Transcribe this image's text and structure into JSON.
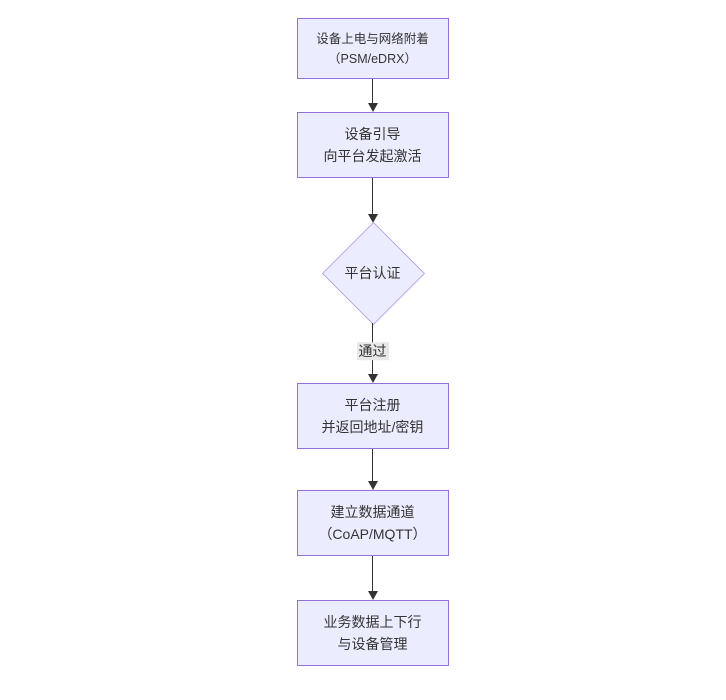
{
  "diagram": {
    "type": "flowchart",
    "direction": "top-down",
    "nodes": [
      {
        "id": "A",
        "shape": "rect",
        "lines": [
          "设备上电与网络附着",
          "（PSM/eDRX）"
        ]
      },
      {
        "id": "B",
        "shape": "rect",
        "lines": [
          "设备引导",
          "向平台发起激活"
        ]
      },
      {
        "id": "C",
        "shape": "diamond",
        "lines": [
          "平台认证"
        ]
      },
      {
        "id": "D",
        "shape": "rect",
        "lines": [
          "平台注册",
          "并返回地址/密钥"
        ]
      },
      {
        "id": "E",
        "shape": "rect",
        "lines": [
          "建立数据通道",
          "（CoAP/MQTT）"
        ]
      },
      {
        "id": "F",
        "shape": "rect",
        "lines": [
          "业务数据上下行",
          "与设备管理"
        ]
      }
    ],
    "edges": [
      {
        "from": "A",
        "to": "B",
        "label": ""
      },
      {
        "from": "B",
        "to": "C",
        "label": ""
      },
      {
        "from": "C",
        "to": "D",
        "label": "通过"
      },
      {
        "from": "D",
        "to": "E",
        "label": ""
      },
      {
        "from": "E",
        "to": "F",
        "label": ""
      }
    ],
    "colors": {
      "background": "#ffffff",
      "node_fill": "#ECECFF",
      "node_border": "#9370DB",
      "diamond_border": "#b9a7e8",
      "text": "#333333",
      "edge_line": "#333333",
      "edge_label_bg": "#e8e8e8"
    }
  }
}
